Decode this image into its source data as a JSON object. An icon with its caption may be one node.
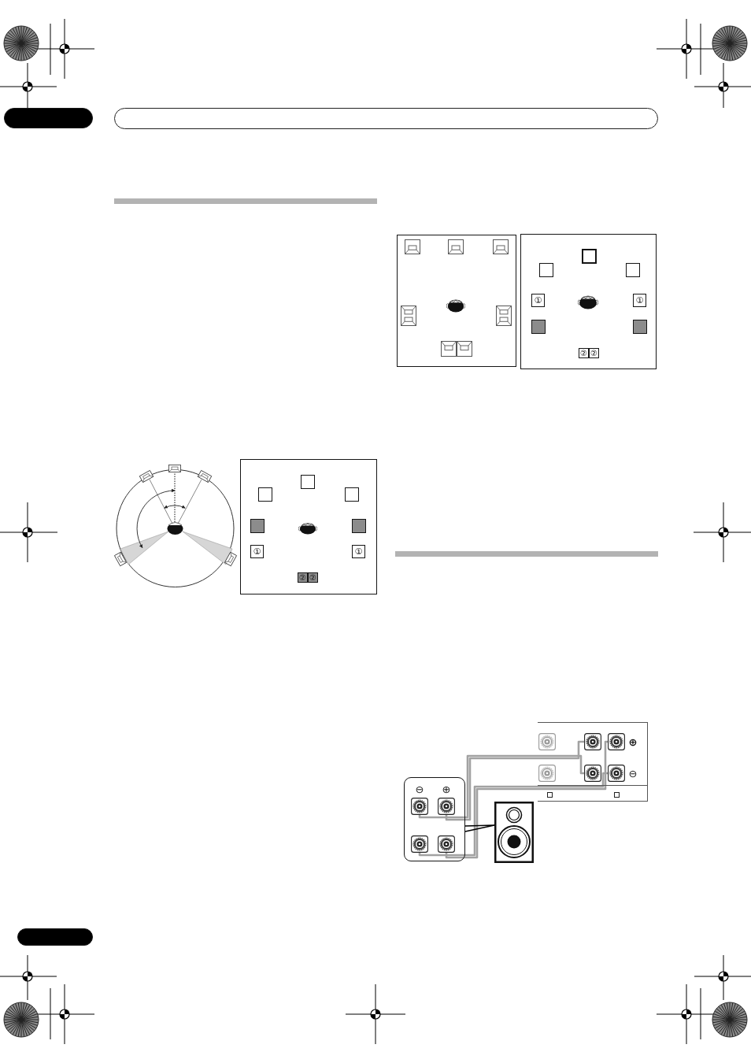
{
  "diagram": {
    "nodes": [
      {
        "text": [],
        "shape": "bar"
      },
      {
        "text": [],
        "shape": "bar"
      },
      {
        "text": [],
        "shape": "box"
      },
      {
        "text": [],
        "shape": "box",
        "in": 2
      },
      {
        "text": [],
        "shape": "box",
        "in": 2
      },
      {
        "text": [],
        "shape": "box",
        "in": 2
      },
      {
        "text": [],
        "shape": "box",
        "in": 2
      },
      {
        "text": [],
        "shape": "box",
        "in": 2
      },
      {
        "text": [
          "①"
        ],
        "in": 2
      },
      {
        "text": [
          "①"
        ],
        "in": 2
      },
      {
        "text": [
          "②"
        ],
        "in": 2
      },
      {
        "text": [
          "②"
        ],
        "in": 2
      },
      {
        "text": [],
        "shape": "box"
      },
      {
        "text": [],
        "shape": "box"
      },
      {
        "text": [],
        "shape": "box",
        "in": 13
      },
      {
        "text": [],
        "shape": "box",
        "in": 13
      },
      {
        "text": [],
        "shape": "box",
        "in": 13
      },
      {
        "text": [
          "①"
        ],
        "in": 13
      },
      {
        "text": [
          "①"
        ],
        "in": 13
      },
      {
        "text": [],
        "shape": "box",
        "in": 13
      },
      {
        "text": [],
        "shape": "box",
        "in": 13
      },
      {
        "text": [
          "②"
        ],
        "in": 13
      },
      {
        "text": [
          "②"
        ],
        "in": 13
      },
      {
        "text": [],
        "shape": "box"
      },
      {
        "text": [],
        "shape": "picture",
        "in": 23
      },
      {
        "text": [],
        "shape": "picture",
        "in": 23
      },
      {
        "text": [],
        "shape": "picture",
        "in": 23,
        "beside": [
          "⊕"
        ]
      },
      {
        "text": [],
        "shape": "picture",
        "in": 23
      },
      {
        "text": [],
        "shape": "picture",
        "in": 23
      },
      {
        "text": [],
        "shape": "picture",
        "in": 23,
        "beside": [
          "⊖"
        ]
      },
      {
        "text": [],
        "shape": "box"
      },
      {
        "text": [],
        "shape": "picture",
        "in": 30,
        "beside": [
          "⊖"
        ]
      },
      {
        "text": [],
        "shape": "picture",
        "in": 30,
        "beside": [
          "⊕"
        ]
      },
      {
        "text": [],
        "shape": "picture",
        "in": 30
      },
      {
        "text": [],
        "shape": "picture",
        "in": 30
      },
      {
        "text": [],
        "shape": "picture"
      },
      {
        "text": [],
        "shape": "bar"
      }
    ],
    "edges": [
      {
        "from": 31,
        "to": 28,
        "arrow": "none"
      },
      {
        "from": 32,
        "to": 25,
        "arrow": "none"
      },
      {
        "from": 33,
        "to": 29,
        "arrow": "none"
      },
      {
        "from": 34,
        "to": 26,
        "arrow": "none"
      },
      {
        "from": 30,
        "to": 35,
        "arrow": "none",
        "color": "#000000"
      }
    ]
  }
}
